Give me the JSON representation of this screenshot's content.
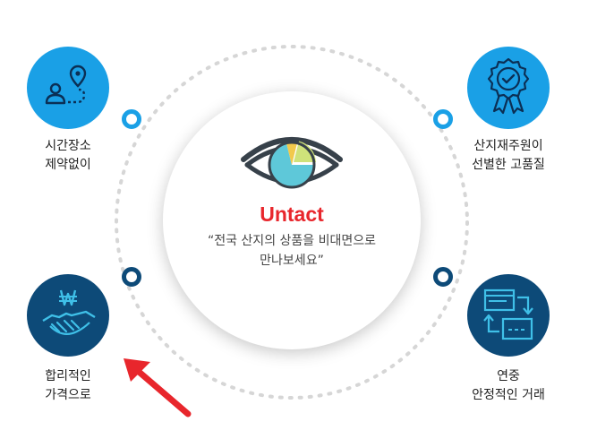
{
  "center": {
    "title": "Untact",
    "quote_line1": "“전국 산지의 상품을 비대면으로",
    "quote_line2": "만나보세요”"
  },
  "features": [
    {
      "line1": "시간장소",
      "line2": "제약없이",
      "icon": "location-route-icon"
    },
    {
      "line1": "산지재주원이",
      "line2": "선별한 고품질",
      "icon": "quality-badge-icon"
    },
    {
      "line1": "합리적인",
      "line2": "가격으로",
      "icon": "handshake-won-icon"
    },
    {
      "line1": "연중",
      "line2": "안정적인 거래",
      "icon": "exchange-transfer-icon"
    }
  ],
  "colors": {
    "light_blue": "#1aa0e6",
    "dark_navy": "#0d4a78",
    "accent_red": "#e8262c",
    "ring_gray": "#d8d8d8"
  }
}
